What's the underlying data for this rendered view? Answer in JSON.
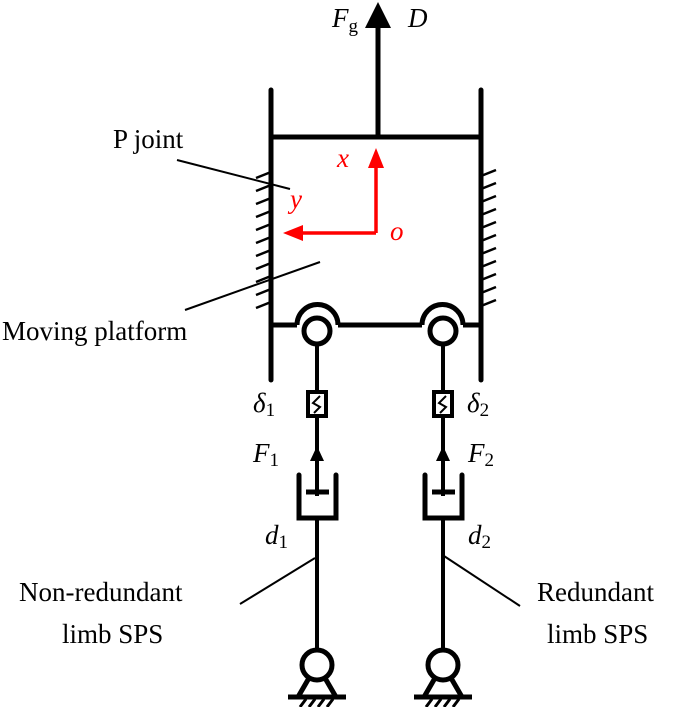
{
  "figure": {
    "colors": {
      "line": "#000000",
      "frame": "#ff0000",
      "background": "#ffffff"
    },
    "top_force": {
      "symbol": "F",
      "subscript": "g"
    },
    "top_label": "D",
    "frame": {
      "x_axis": "x",
      "y_axis": "y",
      "origin": "o"
    },
    "labels": {
      "p_joint": "P joint",
      "moving_platform": "Moving platform",
      "non_redundant_line1": "Non-redundant",
      "non_redundant_line2": "limb SPS",
      "redundant_line1": "Redundant",
      "redundant_line2": "limb SPS"
    },
    "limbs": [
      {
        "delta": "δ",
        "delta_sub": "1",
        "force": "F",
        "force_sub": "1",
        "d": "d",
        "d_sub": "1"
      },
      {
        "delta": "δ",
        "delta_sub": "2",
        "force": "F",
        "force_sub": "2",
        "d": "d",
        "d_sub": "2"
      }
    ]
  }
}
